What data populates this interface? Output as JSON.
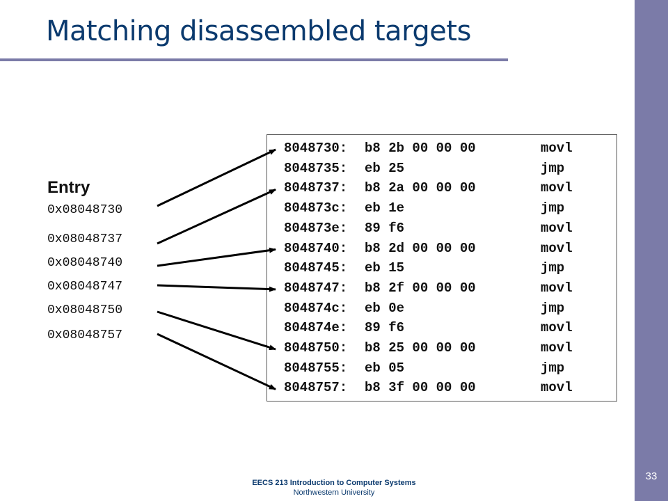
{
  "slide": {
    "title": "Matching disassembled targets",
    "page_number": "33",
    "footer_course": "EECS 213 Introduction to Computer Systems",
    "footer_university": "Northwestern University",
    "accent_color": "#7b7ba8",
    "title_color": "#0b3a6e"
  },
  "entry": {
    "heading": "Entry",
    "addresses": [
      "0x08048730",
      "0x08048737",
      "0x08048740",
      "0x08048747",
      "0x08048750",
      "0x08048757"
    ]
  },
  "disassembly": [
    {
      "addr": "8048730:",
      "bytes": "b8 2b 00 00 00",
      "op": "movl"
    },
    {
      "addr": "8048735:",
      "bytes": "eb 25",
      "op": "jmp"
    },
    {
      "addr": "8048737:",
      "bytes": "b8 2a 00 00 00",
      "op": "movl"
    },
    {
      "addr": "804873c:",
      "bytes": "eb 1e",
      "op": "jmp"
    },
    {
      "addr": "804873e:",
      "bytes": "89 f6",
      "op": "movl"
    },
    {
      "addr": "8048740:",
      "bytes": "b8 2d 00 00 00",
      "op": "movl"
    },
    {
      "addr": "8048745:",
      "bytes": "eb 15",
      "op": "jmp"
    },
    {
      "addr": "8048747:",
      "bytes": "b8 2f 00 00 00",
      "op": "movl"
    },
    {
      "addr": "804874c:",
      "bytes": "eb 0e",
      "op": "jmp"
    },
    {
      "addr": "804874e:",
      "bytes": "89 f6",
      "op": "movl"
    },
    {
      "addr": "8048750:",
      "bytes": "b8 25 00 00 00",
      "op": "movl"
    },
    {
      "addr": "8048755:",
      "bytes": "eb 05",
      "op": "jmp"
    },
    {
      "addr": "8048757:",
      "bytes": "b8 3f 00 00 00",
      "op": "movl"
    }
  ],
  "arrow_map": [
    0,
    2,
    5,
    7,
    10,
    12
  ]
}
